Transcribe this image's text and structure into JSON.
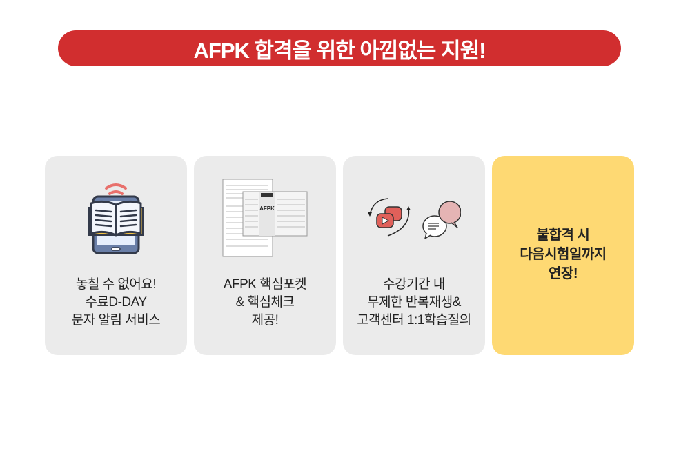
{
  "banner": {
    "title": "AFPK 합격을 위한 아낌없는 지원!"
  },
  "cards": [
    {
      "icon": "ebook-tablet-icon",
      "lines": [
        "놓칠 수 없어요!",
        "수료D-DAY",
        "문자 알림 서비스"
      ]
    },
    {
      "icon": "pocket-book-document-icon",
      "lines": [
        "AFPK 핵심포켓",
        "& 핵심체크",
        "제공!"
      ],
      "doc_title": "AFPK"
    },
    {
      "icon": "replay-video-chat-icon",
      "lines": [
        "수강기간 내",
        "무제한 반복재생&",
        "고객센터 1:1학습질의"
      ]
    },
    {
      "icon": "",
      "lines": [
        "불합격 시",
        "다음시험일까지",
        "연장!"
      ]
    }
  ],
  "colors": {
    "banner": "#d12e2f",
    "card": "#ebebeb",
    "highlight": "#fed973"
  }
}
